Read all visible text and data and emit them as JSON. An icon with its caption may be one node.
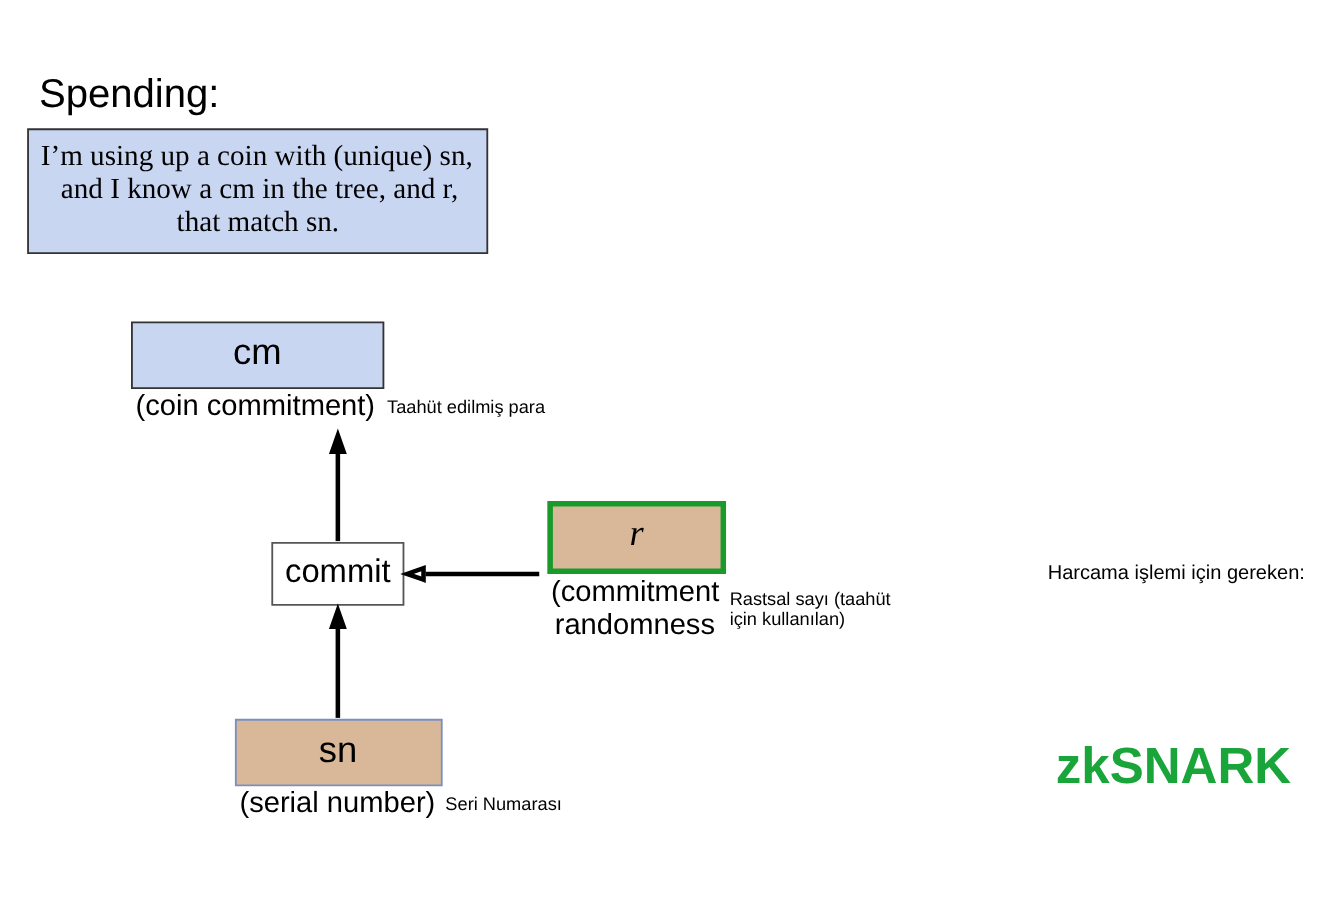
{
  "diagram": {
    "title": "Spending:",
    "nodes": [
      {
        "text": [
          "I’m using up a coin with (unique) sn, and I know a cm in the tree, and r, that match sn."
        ]
      },
      {
        "text": [
          "cm"
        ],
        "beside": [
          "(coin commitment)",
          "Taahüt edilmiş para"
        ]
      },
      {
        "text": [
          "commit"
        ]
      },
      {
        "text": [
          "r"
        ],
        "beside": [
          "(commitment randomness",
          "Rastsal sayı (taahüt için kullanılan)"
        ]
      },
      {
        "text": [
          "sn"
        ],
        "beside": [
          "(serial number)",
          "Seri Numarası"
        ]
      }
    ],
    "edges": [
      {
        "from": 2,
        "to": 1,
        "arrow": "to"
      },
      {
        "from": 3,
        "to": 2,
        "arrow": "to"
      },
      {
        "from": 4,
        "to": 2,
        "arrow": "to"
      }
    ],
    "labels": [
      "Harcama işlemi için gereken:",
      "zkSNARK"
    ]
  }
}
